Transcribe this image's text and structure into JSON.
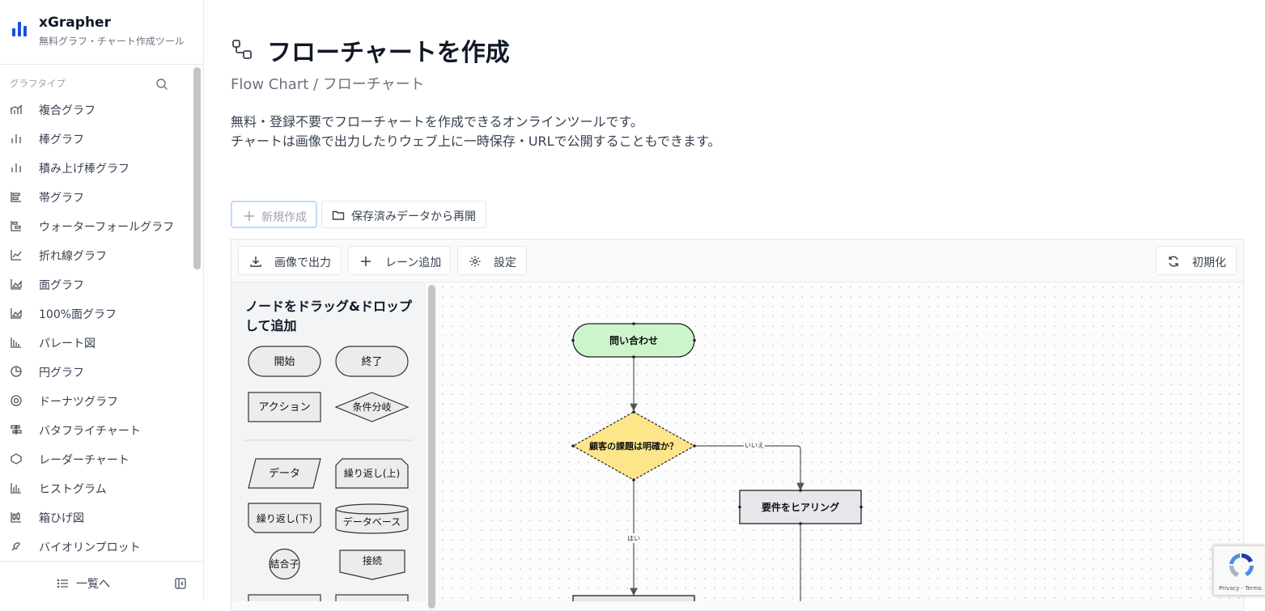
{
  "sidebar": {
    "brand_name": "xGrapher",
    "brand_sub": "無料グラフ・チャート作成ツール",
    "section_label": "グラフタイプ",
    "items": [
      {
        "label": "複合グラフ",
        "icon": "combo-chart-icon"
      },
      {
        "label": "棒グラフ",
        "icon": "bar-chart-icon"
      },
      {
        "label": "積み上げ棒グラフ",
        "icon": "stacked-bar-icon"
      },
      {
        "label": "帯グラフ",
        "icon": "band-chart-icon"
      },
      {
        "label": "ウォーターフォールグラフ",
        "icon": "waterfall-icon"
      },
      {
        "label": "折れ線グラフ",
        "icon": "line-chart-icon"
      },
      {
        "label": "面グラフ",
        "icon": "area-chart-icon"
      },
      {
        "label": "100%面グラフ",
        "icon": "area-100-icon"
      },
      {
        "label": "パレート図",
        "icon": "pareto-icon"
      },
      {
        "label": "円グラフ",
        "icon": "pie-chart-icon"
      },
      {
        "label": "ドーナツグラフ",
        "icon": "donut-chart-icon"
      },
      {
        "label": "バタフライチャート",
        "icon": "butterfly-icon"
      },
      {
        "label": "レーダーチャート",
        "icon": "radar-icon"
      },
      {
        "label": "ヒストグラム",
        "icon": "histogram-icon"
      },
      {
        "label": "箱ひげ図",
        "icon": "boxplot-icon"
      },
      {
        "label": "バイオリンプロット",
        "icon": "violin-icon"
      }
    ],
    "list_label": "一覧へ"
  },
  "main": {
    "title": "フローチャートを作成",
    "subtitle": "Flow Chart / フローチャート",
    "desc_line1": "無料・登録不要でフローチャートを作成できるオンラインツールです。",
    "desc_line2": "チャートは画像で出力したりウェブ上に一時保存・URLで公開することもできます。",
    "new_label": "新規作成",
    "resume_label": "保存済みデータから再開"
  },
  "toolbar": {
    "export_label": "画像で出力",
    "add_lane_label": "レーン追加",
    "settings_label": "設定",
    "reset_label": "初期化"
  },
  "palette": {
    "title": "ノードをドラッグ&ドロップして追加",
    "start": "開始",
    "end": "終了",
    "action": "アクション",
    "condition": "条件分岐",
    "data": "データ",
    "loop_top": "繰り返し(上)",
    "loop_bottom": "繰り返し(下)",
    "database": "データベース",
    "connector": "結合子",
    "offpage": "接続"
  },
  "flow": {
    "start": "問い合わせ",
    "decision": "顧客の課題は明確か？",
    "no_label": "いいえ",
    "yes_label": "はい",
    "process": "要件をヒアリング",
    "start_color": "#ccf5cc",
    "decision_color": "#fde68a",
    "process_color": "#e5e7eb"
  },
  "recaptcha": {
    "text": "Privacy - Terms"
  }
}
